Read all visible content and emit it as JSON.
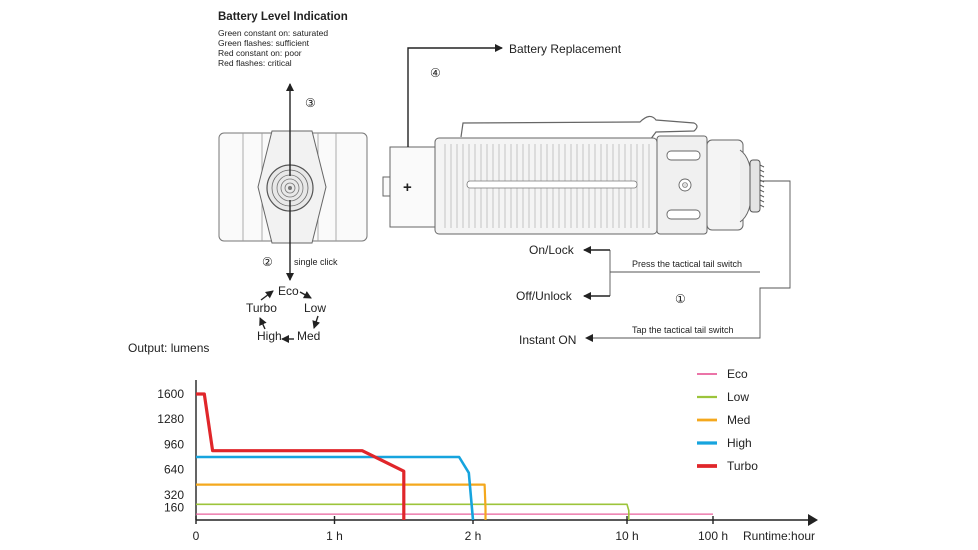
{
  "battery_indication": {
    "title": "Battery Level Indication",
    "lines": [
      "Green constant on: saturated",
      "Green flashes: sufficient",
      "Red constant on: poor",
      "Red flashes: critical"
    ]
  },
  "steps": {
    "s1": "①",
    "s2": "②",
    "s3": "③",
    "s4": "④"
  },
  "head_ops": {
    "single_click": "single click",
    "cycle": [
      "Eco",
      "Low",
      "Med",
      "High",
      "Turbo"
    ]
  },
  "battery_replacement": "Battery Replacement",
  "battery_plus": "+",
  "tail_ops": {
    "on_lock": "On/Lock",
    "off_unlock": "Off/Unlock",
    "instant_on": "Instant ON",
    "press_caption": "Press the tactical tail switch",
    "tap_caption": "Tap the tactical tail switch"
  },
  "chart_data": {
    "type": "line",
    "ylabel": "Output: lumens",
    "xlabel": "Runtime:hour",
    "x_ticks": [
      "0",
      "1 h",
      "2 h",
      "10 h",
      "100 h"
    ],
    "y_ticks": [
      160,
      320,
      640,
      960,
      1280,
      1600
    ],
    "ylim": [
      0,
      1760
    ],
    "x_scale": "piecewise (0–2 h linear, 2–10 h, 10–100 h compressed)",
    "legend_position": "right",
    "series": [
      {
        "name": "Eco",
        "color": "#e8619c",
        "x": [
          "0",
          "100 h"
        ],
        "y": [
          75,
          75
        ]
      },
      {
        "name": "Low",
        "color": "#9cc43b",
        "x": [
          "0",
          "10 h",
          "≈10.5 h",
          "≈10.5 h"
        ],
        "y": [
          200,
          200,
          120,
          0
        ]
      },
      {
        "name": "Med",
        "color": "#f4a81d",
        "x": [
          "0",
          "≈2.6 h",
          "≈2.65 h",
          "≈2.65 h"
        ],
        "y": [
          450,
          450,
          150,
          0
        ]
      },
      {
        "name": "High",
        "color": "#16a4de",
        "x": [
          "0",
          "≈1.9 h",
          "≈1.97 h",
          "≈2 h"
        ],
        "y": [
          800,
          800,
          600,
          0
        ]
      },
      {
        "name": "Turbo",
        "color": "#e0262a",
        "x": [
          "0",
          "≈0.06 h",
          "≈0.12 h",
          "≈1.2 h",
          "≈1.5 h",
          "≈1.5 h"
        ],
        "y": [
          1600,
          1600,
          880,
          880,
          620,
          0
        ]
      }
    ]
  }
}
